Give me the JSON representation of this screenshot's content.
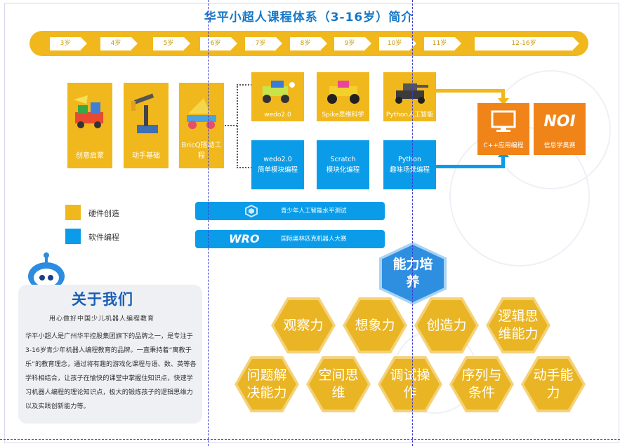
{
  "title": "华平小超人课程体系（3-16岁）简介",
  "ages": [
    "3岁",
    "4岁",
    "5岁",
    "6岁",
    "7岁",
    "8岁",
    "9岁",
    "10岁",
    "11岁",
    "12-16岁"
  ],
  "hardware_track": [
    "创意启蒙",
    "动手基础",
    "BricQ搭动工程"
  ],
  "hardware_advanced": [
    "wedo2.0",
    "Spike思维科学",
    "Python人工智能"
  ],
  "software_track": [
    {
      "line1": "wedo2.0",
      "line2": "简单模块编程"
    },
    {
      "line1": "Scratch",
      "line2": "模块化编程"
    },
    {
      "line1": "Python",
      "line2": "趣味场景编程"
    }
  ],
  "outcomes": [
    {
      "label": "C++应用编程",
      "icon": "computer-monitor-icon"
    },
    {
      "label": "信息学奥赛",
      "icon": "noi-logo-icon",
      "logo_text": "NOI"
    }
  ],
  "legend": {
    "hardware": "硬件创造",
    "software": "软件编程"
  },
  "competitions": [
    {
      "label": "青少年人工智能水平测试",
      "icon": "ai-test-logo-icon"
    },
    {
      "label": "国际奥林匹克机器人大赛",
      "icon": "wro-logo-icon",
      "logo_text": "WRO"
    }
  ],
  "about": {
    "title": "关于我们",
    "subtitle": "用心做好中国少儿机器人编程教育",
    "body": "华平小超人是广州华平控股集团旗下的品牌之一，是专注于3-16岁青少年机器人编程教育的品牌。一直秉持着“寓教于乐”的教育理念，通过将有趣的游戏化课程与语、数、英等各学科相结合，让孩子在愉快的课堂中掌握住知识点，快速学习机器人编程的理论知识点，极大的锻炼孩子的逻辑思维力以及实践创新能力等。"
  },
  "abilities": {
    "center": "能力培养",
    "items": [
      "观察力",
      "想象力",
      "创造力",
      "逻辑思维能力",
      "问题解决能力",
      "空间思维",
      "调试操作",
      "序列与条件",
      "动手能力"
    ]
  },
  "colors": {
    "yellow": "#f0b81c",
    "blue": "#0a9ce8",
    "orange": "#f08418",
    "title": "#1578c8",
    "hex": "#eab524"
  }
}
